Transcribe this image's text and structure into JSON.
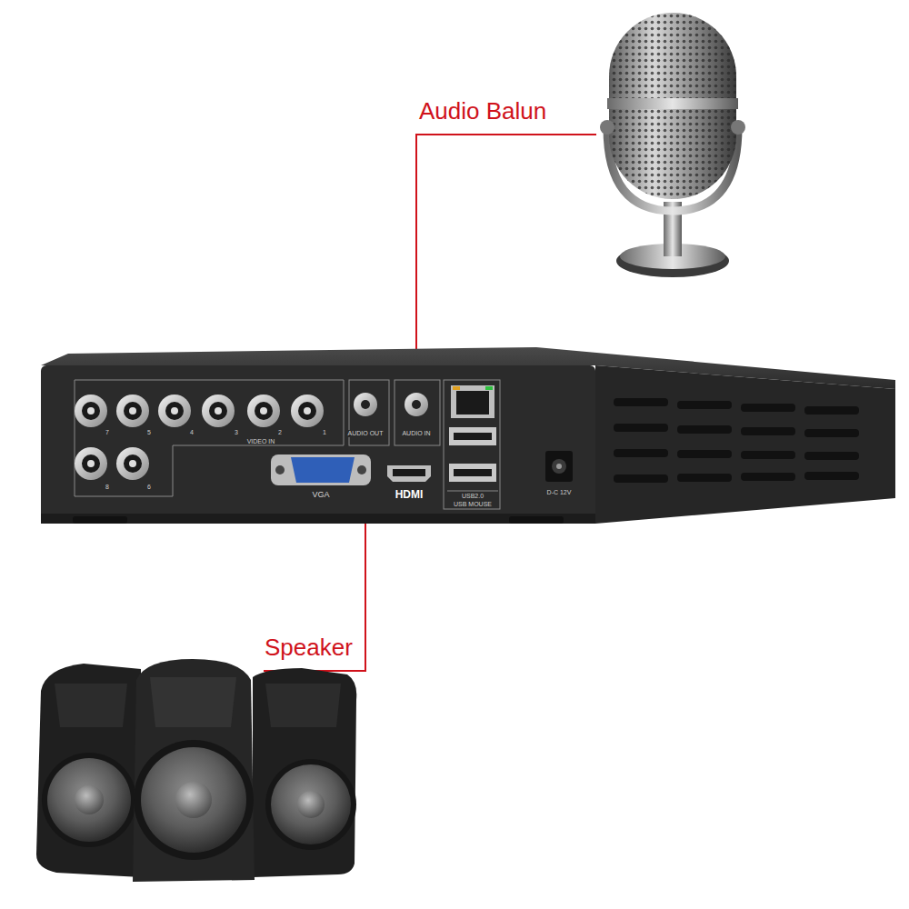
{
  "diagram": {
    "labels": [
      "Audio Balun",
      "Speaker",
      "VIDEO IN",
      "7",
      "5",
      "4",
      "3",
      "2",
      "1",
      "8",
      "6",
      "AUDIO OUT",
      "AUDIO IN",
      "VGA",
      "HDMI",
      "USB2.0",
      "USB MOUSE",
      "D-C 12V"
    ]
  }
}
